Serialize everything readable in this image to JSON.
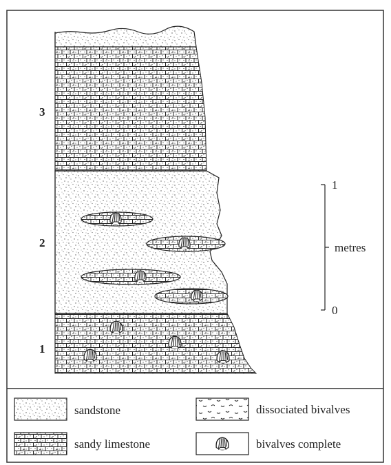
{
  "column": {
    "units": [
      {
        "number": "3",
        "lithology": "sandy limestone"
      },
      {
        "number": "2",
        "lithology": "sandstone"
      },
      {
        "number": "1",
        "lithology": "sandy limestone"
      }
    ]
  },
  "scale": {
    "top_label": "1",
    "middle_label": "metres",
    "bottom_label": "0"
  },
  "legend": {
    "items": [
      {
        "key": "sandstone",
        "label": "sandstone"
      },
      {
        "key": "dissociated-bivalves",
        "label": "dissociated bivalves"
      },
      {
        "key": "sandy-limestone",
        "label": "sandy limestone"
      },
      {
        "key": "bivalves-complete",
        "label": "bivalves complete"
      }
    ]
  }
}
